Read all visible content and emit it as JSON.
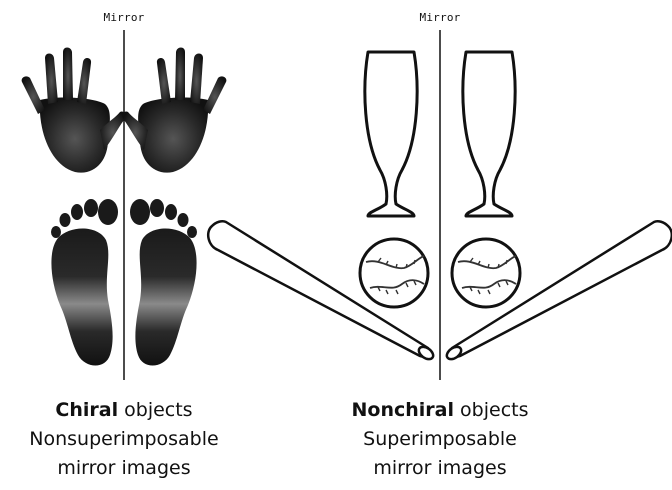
{
  "left_panel": {
    "mirror_label": "Mirror",
    "caption_bold": "Chiral",
    "caption_rest": " objects",
    "caption_line2": "Nonsuperimposable",
    "caption_line3": "mirror images"
  },
  "right_panel": {
    "mirror_label": "Mirror",
    "caption_bold": "Nonchiral",
    "caption_rest": " objects",
    "caption_line2": "Superimposable",
    "caption_line3": "mirror images"
  },
  "colors": {
    "ink": "#111111",
    "print": "#1a1a1a",
    "background": "#ffffff"
  }
}
